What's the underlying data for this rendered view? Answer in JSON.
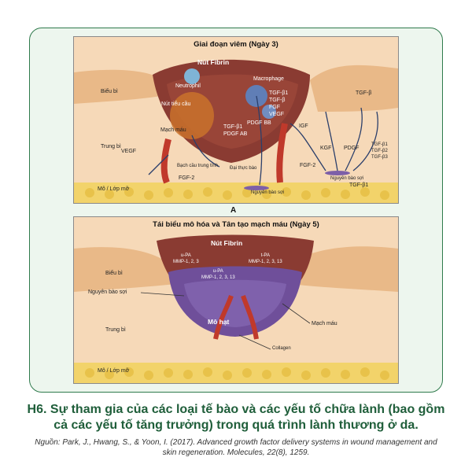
{
  "colors": {
    "card_border": "#2f7a4c",
    "card_bg": "#edf6ee",
    "caption_text": "#1f5e3a",
    "epidermis": "#e9b988",
    "dermis": "#f6d9b8",
    "fat": "#f2d36a",
    "wound": "#8a3b32",
    "granulation": "#6f4f9a"
  },
  "top_panel": {
    "title": "Giai đoạn viêm (Ngày 3)",
    "labels": {
      "fibrin_plug": "Nút Fibrin",
      "neutrophil": "Neutrophil",
      "macrophage": "Macrophage",
      "platelet": "Nút tiểu cầu",
      "epidermis": "Biểu bì",
      "dermis": "Trung bì",
      "blood_vessel": "Mạch máu",
      "fat_layer": "Mô / Lớp mỡ",
      "neutrophil_vn": "Bạch cầu trung tính",
      "macrophage_vn": "Đại thực bào",
      "fibroblast_1": "Nguyên bào sợi",
      "fibroblast_2": "Nguyên bào sợi",
      "tgf_b1_a": "TGF-β1",
      "tgf_b1_b": "TGF-β",
      "fgf": "FGF",
      "vegf_1": "VEGF",
      "pdgf_bb": "PDGF BB",
      "tgf_b1_c": "TGF-β1",
      "pdgf_ab": "PDGF AB",
      "vegf_2": "VEGF",
      "fgf2_a": "FGF-2",
      "igf": "IGF",
      "kgf": "KGF",
      "pdgf": "PDGF",
      "tgf_b123": "TGF-β1\nTGF-β2\nTGF-β3",
      "tgf_right": "TGF-β",
      "fgf2_b": "FGF-2",
      "tgf_b1_d": "TGF-β1"
    }
  },
  "panel_letter": "A",
  "bottom_panel": {
    "title": "Tái biểu mô hóa và Tân tạo mạch máu (Ngày 5)",
    "labels": {
      "fibrin_plug": "Nút Fibrin",
      "epidermis": "Biểu bì",
      "fibroblast": "Nguyên bào sợi",
      "dermis": "Trung bì",
      "fat_layer": "Mô / Lớp mỡ",
      "upa_1": "u-PA\nMMP-1, 2, 3",
      "tpa": "t-PA\nMMP-1, 2, 3, 13",
      "upa_2": "u-PA\nMMP-1, 2, 3, 13",
      "granulation": "Mô hạt",
      "blood_vessel": "Mạch máu",
      "collagen": "Collagen"
    }
  },
  "caption": "H6. Sự tham gia của các loại tế bào và các yếu tố chữa lành (bao gồm cả các yếu tố tăng trưởng) trong quá trình lành thương ở da.",
  "source": "Nguồn: Park, J., Hwang, S., & Yoon, I. (2017). Advanced growth factor delivery systems in wound management and skin regeneration. Molecules, 22(8), 1259."
}
